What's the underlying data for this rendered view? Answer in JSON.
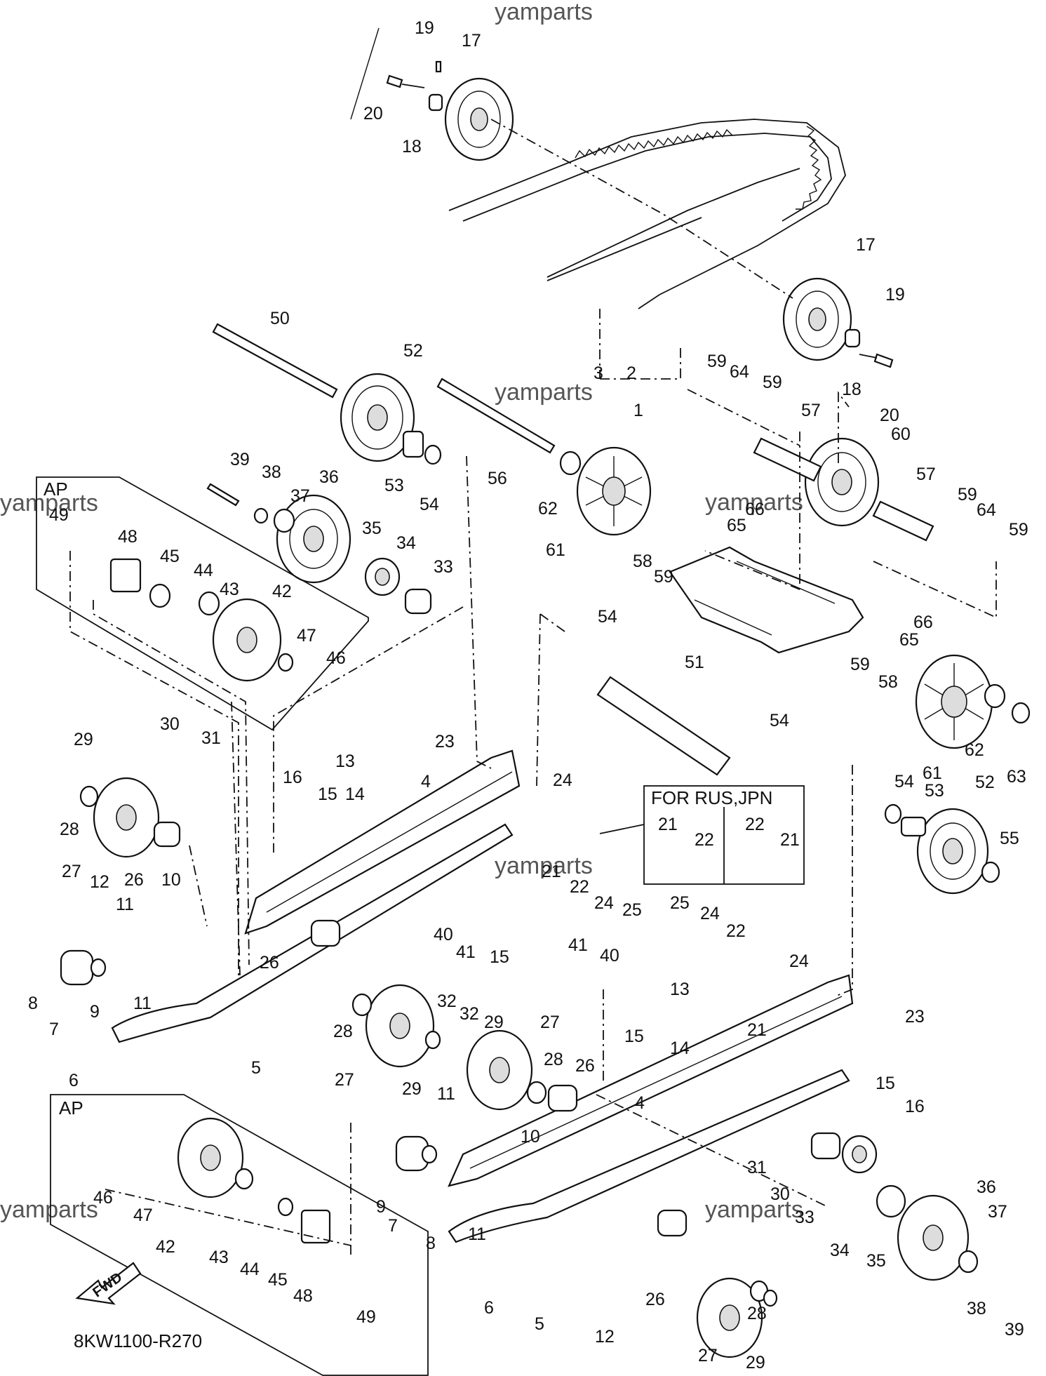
{
  "watermark": "yamparts",
  "diagram_code": "8KW1100-R270",
  "fwd_label": "FWD",
  "panels": {
    "ap_top": "AP",
    "ap_bottom": "AP",
    "for_rus_jpn": "FOR RUS,JPN"
  },
  "callouts": [
    {
      "id": "c01",
      "label": "19"
    },
    {
      "id": "c02",
      "label": "17"
    },
    {
      "id": "c03",
      "label": "20"
    },
    {
      "id": "c04",
      "label": "18"
    },
    {
      "id": "c05",
      "label": "17"
    },
    {
      "id": "c06",
      "label": "19"
    },
    {
      "id": "c07",
      "label": "18"
    },
    {
      "id": "c08",
      "label": "20"
    },
    {
      "id": "c09",
      "label": "3"
    },
    {
      "id": "c10",
      "label": "2"
    },
    {
      "id": "c11",
      "label": "1"
    },
    {
      "id": "c12",
      "label": "50"
    },
    {
      "id": "c13",
      "label": "52"
    },
    {
      "id": "c14",
      "label": "53"
    },
    {
      "id": "c15",
      "label": "54"
    },
    {
      "id": "c16",
      "label": "56"
    },
    {
      "id": "c17",
      "label": "62"
    },
    {
      "id": "c18",
      "label": "61"
    },
    {
      "id": "c19",
      "label": "59"
    },
    {
      "id": "c20",
      "label": "64"
    },
    {
      "id": "c21",
      "label": "59"
    },
    {
      "id": "c22",
      "label": "57"
    },
    {
      "id": "c23",
      "label": "60"
    },
    {
      "id": "c24",
      "label": "57"
    },
    {
      "id": "c25",
      "label": "59"
    },
    {
      "id": "c26",
      "label": "64"
    },
    {
      "id": "c27",
      "label": "59"
    },
    {
      "id": "c28",
      "label": "66"
    },
    {
      "id": "c29",
      "label": "65"
    },
    {
      "id": "c30",
      "label": "58"
    },
    {
      "id": "c31",
      "label": "59"
    },
    {
      "id": "c32",
      "label": "66"
    },
    {
      "id": "c33",
      "label": "65"
    },
    {
      "id": "c34",
      "label": "59"
    },
    {
      "id": "c35",
      "label": "58"
    },
    {
      "id": "c36",
      "label": "54"
    },
    {
      "id": "c37",
      "label": "51"
    },
    {
      "id": "c38",
      "label": "54"
    },
    {
      "id": "c39",
      "label": "62"
    },
    {
      "id": "c40",
      "label": "63"
    },
    {
      "id": "c41",
      "label": "61"
    },
    {
      "id": "c42",
      "label": "54"
    },
    {
      "id": "c43",
      "label": "53"
    },
    {
      "id": "c44",
      "label": "52"
    },
    {
      "id": "c45",
      "label": "55"
    },
    {
      "id": "c46",
      "label": "39"
    },
    {
      "id": "c47",
      "label": "38"
    },
    {
      "id": "c48",
      "label": "37"
    },
    {
      "id": "c49",
      "label": "36"
    },
    {
      "id": "c50",
      "label": "35"
    },
    {
      "id": "c51",
      "label": "34"
    },
    {
      "id": "c52",
      "label": "33"
    },
    {
      "id": "c53",
      "label": "49"
    },
    {
      "id": "c54",
      "label": "48"
    },
    {
      "id": "c55",
      "label": "45"
    },
    {
      "id": "c56",
      "label": "44"
    },
    {
      "id": "c57",
      "label": "43"
    },
    {
      "id": "c58",
      "label": "42"
    },
    {
      "id": "c59",
      "label": "47"
    },
    {
      "id": "c60",
      "label": "46"
    },
    {
      "id": "c61",
      "label": "29"
    },
    {
      "id": "c62",
      "label": "30"
    },
    {
      "id": "c63",
      "label": "31"
    },
    {
      "id": "c64",
      "label": "28"
    },
    {
      "id": "c65",
      "label": "27"
    },
    {
      "id": "c66",
      "label": "26"
    },
    {
      "id": "c67",
      "label": "12"
    },
    {
      "id": "c68",
      "label": "10"
    },
    {
      "id": "c69",
      "label": "11"
    },
    {
      "id": "c70",
      "label": "8"
    },
    {
      "id": "c71",
      "label": "7"
    },
    {
      "id": "c72",
      "label": "9"
    },
    {
      "id": "c73",
      "label": "11"
    },
    {
      "id": "c74",
      "label": "6"
    },
    {
      "id": "c75",
      "label": "5"
    },
    {
      "id": "c76",
      "label": "23"
    },
    {
      "id": "c77",
      "label": "13"
    },
    {
      "id": "c78",
      "label": "16"
    },
    {
      "id": "c79",
      "label": "15"
    },
    {
      "id": "c80",
      "label": "14"
    },
    {
      "id": "c81",
      "label": "4"
    },
    {
      "id": "c82",
      "label": "24"
    },
    {
      "id": "c83",
      "label": "21"
    },
    {
      "id": "c84",
      "label": "22"
    },
    {
      "id": "c85",
      "label": "24"
    },
    {
      "id": "c86",
      "label": "25"
    },
    {
      "id": "c87",
      "label": "15"
    },
    {
      "id": "c88",
      "label": "26"
    },
    {
      "id": "c89",
      "label": "40"
    },
    {
      "id": "c90",
      "label": "41"
    },
    {
      "id": "c91",
      "label": "21"
    },
    {
      "id": "c92",
      "label": "22"
    },
    {
      "id": "c93",
      "label": "22"
    },
    {
      "id": "c94",
      "label": "21"
    },
    {
      "id": "c95",
      "label": "25"
    },
    {
      "id": "c96",
      "label": "24"
    },
    {
      "id": "c97",
      "label": "22"
    },
    {
      "id": "c98",
      "label": "24"
    },
    {
      "id": "c99",
      "label": "21"
    },
    {
      "id": "c100",
      "label": "41"
    },
    {
      "id": "c101",
      "label": "40"
    },
    {
      "id": "c102",
      "label": "13"
    },
    {
      "id": "c103",
      "label": "23"
    },
    {
      "id": "c104",
      "label": "28"
    },
    {
      "id": "c105",
      "label": "27"
    },
    {
      "id": "c106",
      "label": "32"
    },
    {
      "id": "c107",
      "label": "32"
    },
    {
      "id": "c108",
      "label": "29"
    },
    {
      "id": "c109",
      "label": "29"
    },
    {
      "id": "c110",
      "label": "27"
    },
    {
      "id": "c111",
      "label": "28"
    },
    {
      "id": "c112",
      "label": "26"
    },
    {
      "id": "c113",
      "label": "15"
    },
    {
      "id": "c114",
      "label": "14"
    },
    {
      "id": "c115",
      "label": "4"
    },
    {
      "id": "c116",
      "label": "15"
    },
    {
      "id": "c117",
      "label": "16"
    },
    {
      "id": "c118",
      "label": "11"
    },
    {
      "id": "c119",
      "label": "10"
    },
    {
      "id": "c120",
      "label": "9"
    },
    {
      "id": "c121",
      "label": "7"
    },
    {
      "id": "c122",
      "label": "8"
    },
    {
      "id": "c123",
      "label": "11"
    },
    {
      "id": "c124",
      "label": "6"
    },
    {
      "id": "c125",
      "label": "5"
    },
    {
      "id": "c126",
      "label": "12"
    },
    {
      "id": "c127",
      "label": "26"
    },
    {
      "id": "c128",
      "label": "31"
    },
    {
      "id": "c129",
      "label": "30"
    },
    {
      "id": "c130",
      "label": "33"
    },
    {
      "id": "c131",
      "label": "34"
    },
    {
      "id": "c132",
      "label": "35"
    },
    {
      "id": "c133",
      "label": "36"
    },
    {
      "id": "c134",
      "label": "37"
    },
    {
      "id": "c135",
      "label": "38"
    },
    {
      "id": "c136",
      "label": "39"
    },
    {
      "id": "c137",
      "label": "28"
    },
    {
      "id": "c138",
      "label": "27"
    },
    {
      "id": "c139",
      "label": "29"
    },
    {
      "id": "c140",
      "label": "46"
    },
    {
      "id": "c141",
      "label": "47"
    },
    {
      "id": "c142",
      "label": "42"
    },
    {
      "id": "c143",
      "label": "43"
    },
    {
      "id": "c144",
      "label": "44"
    },
    {
      "id": "c145",
      "label": "45"
    },
    {
      "id": "c146",
      "label": "48"
    },
    {
      "id": "c147",
      "label": "49"
    }
  ]
}
